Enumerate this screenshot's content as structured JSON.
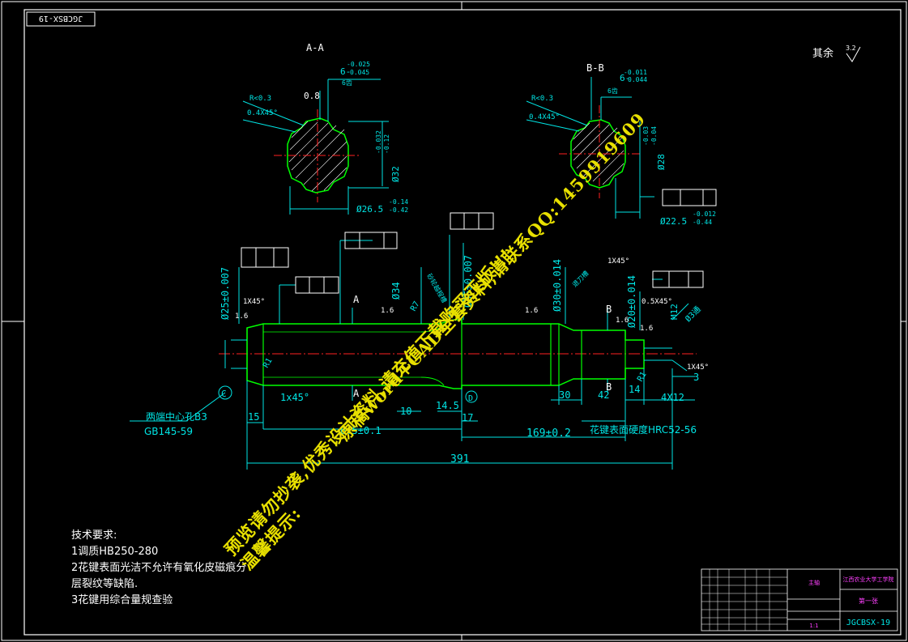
{
  "drawing": {
    "code_topleft": "JGCBSX-19",
    "roughness_note": "其余",
    "roughness_value": "3.2",
    "section_aa": "A-A",
    "section_bb": "B-B",
    "aa": {
      "spline_note": "6-",
      "spline_tol_top": "-0.025",
      "spline_tol_bot": "0.045",
      "teeth": "6齿",
      "radius": "R<0.3",
      "chamfer": "0.4X45°",
      "rough": "0.8",
      "dia_major": "Ø32",
      "dia_major_tol_a": "-0.032",
      "dia_major_tol_b": "-0.12",
      "dia_minor": "Ø26.5",
      "dia_minor_tol_a": "-0.14",
      "dia_minor_tol_b": "-0.42"
    },
    "bb": {
      "spline_note": "6-",
      "spline_tol_top": "-0.011",
      "spline_tol_bot": "0.044",
      "teeth": "6齿",
      "radius": "R<0.3",
      "chamfer": "0.4X45°",
      "dia_major": "Ø28",
      "dia_major_tol_a": "-0.03",
      "dia_major_tol_b": "-0.04",
      "dia_minor": "Ø22.5",
      "dia_minor_tol_a": "-0.012",
      "dia_minor_tol_b": "-0.44"
    },
    "dims": {
      "d25": "Ø25±0.007",
      "d34": "Ø34",
      "d35_007": "Ø35±0.007",
      "d30": "Ø30±0.014",
      "d20": "Ø20±0.014",
      "m12": "M12",
      "c1": "1X45°",
      "c1b": "1X45°",
      "c05": "0.5X45°",
      "c1c": "1X45°",
      "r1": "R1",
      "r1b": "R1",
      "r7": "R7",
      "c1x45_bottom": "1x45°",
      "len15": "15",
      "len10": "10",
      "len14_5": "14.5",
      "len17": "17",
      "len30": "30",
      "len42": "42",
      "len14": "14",
      "len4x12": "4X12",
      "len3": "3",
      "len169": "169±0.2",
      "len391": "391",
      "len_half": "6.5±0.1",
      "rough16a": "1.6",
      "rough16b": "1.6",
      "rough16c": "1.6",
      "rough16d": "1.6",
      "rough16e": "1.6",
      "label_a": "A",
      "label_a2": "A",
      "label_b": "B",
      "label_b2": "B",
      "label_c": "C",
      "label_d": "D",
      "thread_note": "Ø3通",
      "undercut_note1": "砂轮越程槽",
      "undercut_note2": "退刀槽",
      "center_hole1": "两端中心孔B3",
      "center_hole2": "GB145-59",
      "hardness": "花键表面硬度HRC52-56"
    }
  },
  "tech_requirements": {
    "title": "技术要求:",
    "items": [
      "1调质HB250-280",
      "2花键表面光洁不允许有氧化皮磁痕分",
      "层裂纹等缺陷.",
      "3花键用综合量规查验"
    ]
  },
  "watermark": {
    "line1": "原稿word+CAD全套资料,请联系QQ:1459919609",
    "line2": "预览请勿抄袭,优秀设计资料,请充值下载购买正版!!!",
    "line3": "温馨提示:"
  },
  "title_block": {
    "school": "江西农业大学工学院",
    "part_name": "主轴",
    "code": "JGCBSX-19",
    "sheet": "第一张",
    "scale": "1:1"
  },
  "colors": {
    "cyan": "#00e5e5",
    "white": "#ffffff",
    "yellow": "#e8e000",
    "green": "#00ff00",
    "red": "#ff2020",
    "magenta": "#ff40ff"
  }
}
